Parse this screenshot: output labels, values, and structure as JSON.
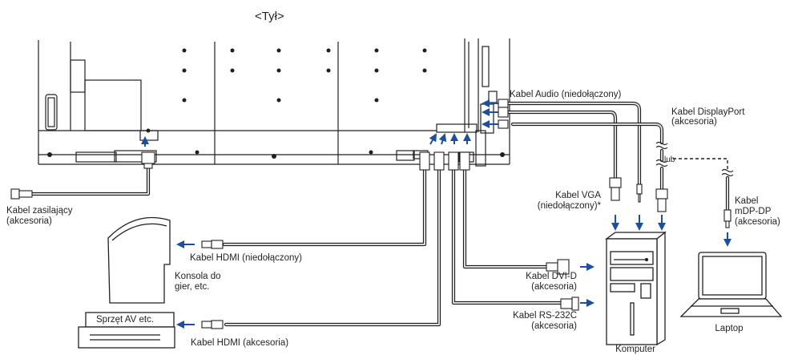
{
  "title": "<Tył>",
  "labels": {
    "audio": "Kabel Audio (niedołączony)",
    "displayport_1": "Kabel DisplayPort",
    "displayport_2": "(akcesoria)",
    "lub": "lub",
    "power_1": "Kabel zasilający",
    "power_2": "(akcesoria)",
    "vga_1": "Kabel VGA",
    "vga_2": "(niedołączony)*",
    "mdp_1": "Kabel",
    "mdp_2": "mDP-DP",
    "mdp_3": "(akcesoria)",
    "hdmi_console": "Kabel HDMI (niedołączony)",
    "console_1": "Konsola do",
    "console_2": "gier, etc.",
    "dvi_1": "Kabel DVI-D",
    "dvi_2": "(akcesoria)",
    "rs232_1": "Kabel RS-232C",
    "rs232_2": "(akcesoria)",
    "av": "Sprzęt AV etc.",
    "hdmi_av": "Kabel HDMI (akcesoria)",
    "laptop": "Laptop",
    "computer": "Komputer"
  },
  "colors": {
    "line": "#231f20",
    "arrow": "#1f4e9c",
    "shade": "#d9d9d9"
  }
}
